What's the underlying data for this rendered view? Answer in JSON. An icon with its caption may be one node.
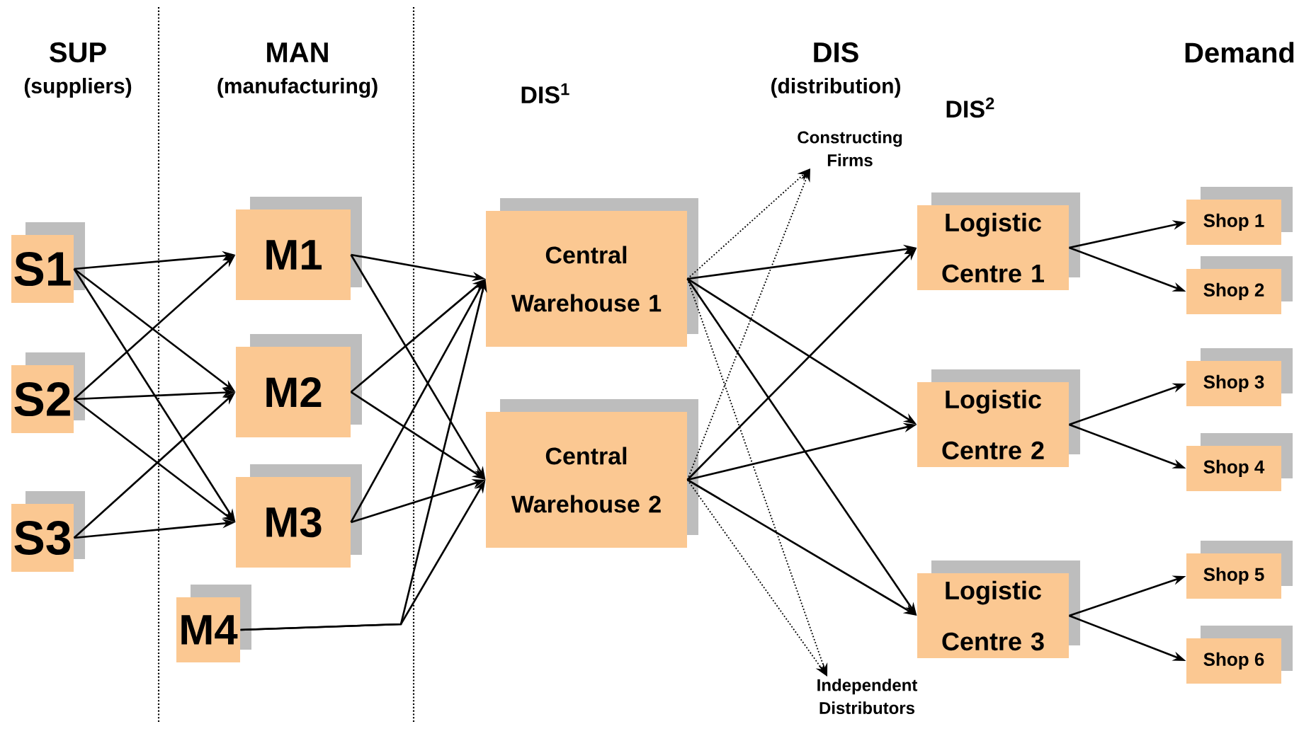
{
  "diagram": {
    "nodes": [
      {
        "text": [
          "S1"
        ]
      },
      {
        "text": [
          "S2"
        ]
      },
      {
        "text": [
          "S3"
        ]
      },
      {
        "text": [
          "M1"
        ]
      },
      {
        "text": [
          "M2"
        ]
      },
      {
        "text": [
          "M3"
        ]
      },
      {
        "text": [
          "M4"
        ]
      },
      {
        "text": [
          "Central Warehouse 1"
        ]
      },
      {
        "text": [
          "Central Warehouse 2"
        ]
      },
      {
        "text": [
          "Constructing Firms"
        ]
      },
      {
        "text": [
          "Independent Distributors"
        ]
      },
      {
        "text": [
          "Logistic Centre 1"
        ]
      },
      {
        "text": [
          "Logistic Centre 2"
        ]
      },
      {
        "text": [
          "Logistic Centre 3"
        ]
      },
      {
        "text": [
          "Shop 1"
        ]
      },
      {
        "text": [
          "Shop 2"
        ]
      },
      {
        "text": [
          "Shop 3"
        ]
      },
      {
        "text": [
          "Shop 4"
        ]
      },
      {
        "text": [
          "Shop 5"
        ]
      },
      {
        "text": [
          "Shop 6"
        ]
      }
    ],
    "edges": [
      {
        "from": 0,
        "to": 3,
        "arrow": "to"
      },
      {
        "from": 0,
        "to": 4,
        "arrow": "to"
      },
      {
        "from": 0,
        "to": 5,
        "arrow": "to"
      },
      {
        "from": 1,
        "to": 3,
        "arrow": "to"
      },
      {
        "from": 1,
        "to": 4,
        "arrow": "to"
      },
      {
        "from": 1,
        "to": 5,
        "arrow": "to"
      },
      {
        "from": 2,
        "to": 4,
        "arrow": "to"
      },
      {
        "from": 2,
        "to": 5,
        "arrow": "to"
      },
      {
        "from": 3,
        "to": 7,
        "arrow": "to"
      },
      {
        "from": 3,
        "to": 8,
        "arrow": "to"
      },
      {
        "from": 4,
        "to": 7,
        "arrow": "to"
      },
      {
        "from": 4,
        "to": 8,
        "arrow": "to"
      },
      {
        "from": 5,
        "to": 7,
        "arrow": "to"
      },
      {
        "from": 5,
        "to": 8,
        "arrow": "to"
      },
      {
        "from": 6,
        "to": 7,
        "arrow": "to"
      },
      {
        "from": 6,
        "to": 8,
        "arrow": "to"
      },
      {
        "from": 7,
        "to": 9,
        "arrow": "to",
        "style": "dashed"
      },
      {
        "from": 7,
        "to": 10,
        "arrow": "to",
        "style": "dashed"
      },
      {
        "from": 8,
        "to": 9,
        "arrow": "to",
        "style": "dashed"
      },
      {
        "from": 8,
        "to": 10,
        "arrow": "to",
        "style": "dashed"
      },
      {
        "from": 7,
        "to": 11,
        "arrow": "to"
      },
      {
        "from": 7,
        "to": 12,
        "arrow": "to"
      },
      {
        "from": 7,
        "to": 13,
        "arrow": "to"
      },
      {
        "from": 8,
        "to": 11,
        "arrow": "to"
      },
      {
        "from": 8,
        "to": 12,
        "arrow": "to"
      },
      {
        "from": 8,
        "to": 13,
        "arrow": "to"
      },
      {
        "from": 11,
        "to": 14,
        "arrow": "to"
      },
      {
        "from": 11,
        "to": 15,
        "arrow": "to"
      },
      {
        "from": 12,
        "to": 16,
        "arrow": "to"
      },
      {
        "from": 12,
        "to": 17,
        "arrow": "to"
      },
      {
        "from": 13,
        "to": 18,
        "arrow": "to"
      },
      {
        "from": 13,
        "to": 19,
        "arrow": "to"
      }
    ],
    "labels": [
      "SUP",
      "(suppliers)",
      "MAN",
      "(manufacturing)",
      "DIS$^{1}$",
      "DIS",
      "(distribution)",
      "DIS$^{2}$",
      "Demand"
    ]
  }
}
